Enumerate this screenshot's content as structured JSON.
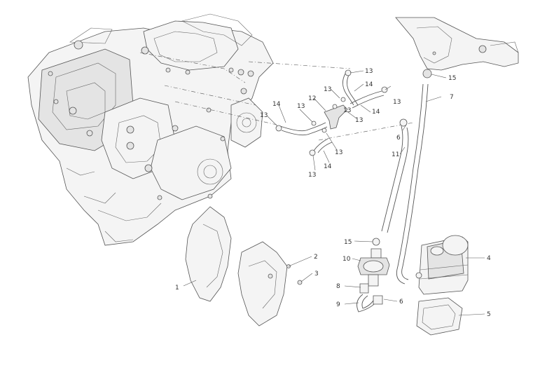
{
  "callouts": [
    {
      "id": "c1",
      "text": "1"
    },
    {
      "id": "c2",
      "text": "2"
    },
    {
      "id": "c3",
      "text": "3"
    },
    {
      "id": "c4",
      "text": "4"
    },
    {
      "id": "c5",
      "text": "5"
    },
    {
      "id": "c6a",
      "text": "6"
    },
    {
      "id": "c6b",
      "text": "6"
    },
    {
      "id": "c7",
      "text": "7"
    },
    {
      "id": "c8",
      "text": "8"
    },
    {
      "id": "c9",
      "text": "9"
    },
    {
      "id": "c10",
      "text": "10"
    },
    {
      "id": "c11",
      "text": "11"
    },
    {
      "id": "c12",
      "text": "12"
    },
    {
      "id": "c13a",
      "text": "13"
    },
    {
      "id": "c13b",
      "text": "13"
    },
    {
      "id": "c13c",
      "text": "13"
    },
    {
      "id": "c13d",
      "text": "13"
    },
    {
      "id": "c13e",
      "text": "13"
    },
    {
      "id": "c13f",
      "text": "13"
    },
    {
      "id": "c13g",
      "text": "13"
    },
    {
      "id": "c13h",
      "text": "13"
    },
    {
      "id": "c13i",
      "text": "13"
    },
    {
      "id": "c14a",
      "text": "14"
    },
    {
      "id": "c14b",
      "text": "14"
    },
    {
      "id": "c14c",
      "text": "14"
    },
    {
      "id": "c14d",
      "text": "14"
    },
    {
      "id": "c15a",
      "text": "15"
    },
    {
      "id": "c15b",
      "text": "15"
    }
  ]
}
